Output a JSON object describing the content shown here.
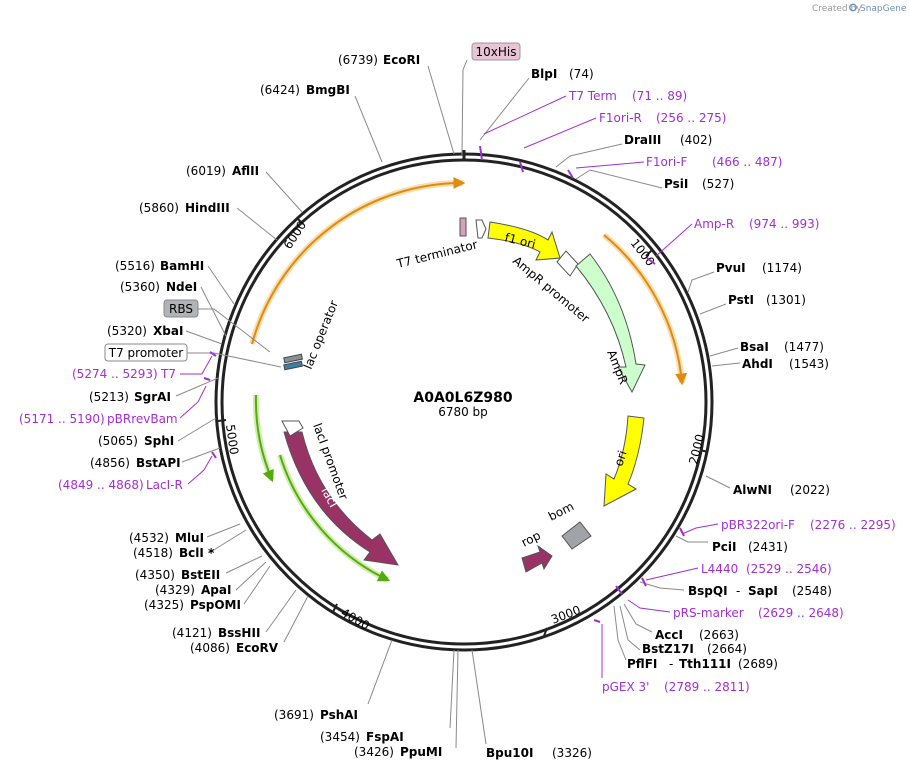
{
  "credit": {
    "prefix": "Created by",
    "brand": "SnapGene"
  },
  "map": {
    "name": "A0A0L6Z980",
    "length": "6780 bp"
  },
  "ruler": [
    "1000",
    "2000",
    "3000",
    "4000",
    "5000",
    "6000"
  ],
  "features": {
    "t7_terminator": "T7 terminator",
    "f1_ori": "f1 ori",
    "ampr_promoter": "AmpR promoter",
    "ampr": "AmpR",
    "ori": "ori",
    "bom": "bom",
    "rop": "rop",
    "laci_promoter": "lacI promoter",
    "laci": "lacI",
    "lac_operator": "lac operator"
  },
  "boxed_labels": {
    "his": "10xHis",
    "rbs": "RBS",
    "t7_promoter": "T7 promoter"
  },
  "sites": [
    {
      "pos": "(6739)",
      "name": "EcoRI"
    },
    {
      "name": "BlpI",
      "pos": "(74)"
    },
    {
      "name": "DraIII",
      "pos": "(402)"
    },
    {
      "name": "PsiI",
      "pos": "(527)"
    },
    {
      "pos": "(6424)",
      "name": "BmgBI"
    },
    {
      "pos": "(6019)",
      "name": "AflII"
    },
    {
      "pos": "(5860)",
      "name": "HindIII"
    },
    {
      "pos": "(5516)",
      "name": "BamHI"
    },
    {
      "pos": "(5360)",
      "name": "NdeI"
    },
    {
      "pos": "(5320)",
      "name": "XbaI"
    },
    {
      "pos": "(5213)",
      "name": "SgrAI"
    },
    {
      "pos": "(5065)",
      "name": "SphI"
    },
    {
      "pos": "(4856)",
      "name": "BstAPI"
    },
    {
      "pos": "(4532)",
      "name": "MluI"
    },
    {
      "pos": "(4518)",
      "name": "BclI *"
    },
    {
      "pos": "(4350)",
      "name": "BstEII"
    },
    {
      "pos": "(4329)",
      "name": "ApaI"
    },
    {
      "pos": "(4325)",
      "name": "PspOMI"
    },
    {
      "pos": "(4121)",
      "name": "BssHII"
    },
    {
      "pos": "(4086)",
      "name": "EcoRV"
    },
    {
      "pos": "(3691)",
      "name": "PshAI"
    },
    {
      "pos": "(3454)",
      "name": "FspAI"
    },
    {
      "pos": "(3426)",
      "name": "PpuMI"
    },
    {
      "name": "Bpu10I",
      "pos": "(3326)"
    },
    {
      "name": "PvuI",
      "pos": "(1174)"
    },
    {
      "name": "PstI",
      "pos": "(1301)"
    },
    {
      "name": "BsaI",
      "pos": "(1477)"
    },
    {
      "name": "AhdI",
      "pos": "(1543)"
    },
    {
      "name": "AlwNI",
      "pos": "(2022)"
    },
    {
      "name": "PciI",
      "pos": "(2431)"
    },
    {
      "name": "BspQI",
      "sep": "-",
      "name2": "SapI",
      "pos": "(2548)"
    },
    {
      "name": "AccI",
      "pos": "(2663)"
    },
    {
      "name": "BstZ17I",
      "pos": "(2664)"
    },
    {
      "name": "PflFI",
      "sep": "-",
      "name2": "Tth111I",
      "pos": "(2689)"
    }
  ],
  "primers": [
    {
      "name": "T7 Term",
      "range": "(71 .. 89)"
    },
    {
      "name": "F1ori-R",
      "range": "(256 .. 275)"
    },
    {
      "name": "F1ori-F",
      "range": "(466 .. 487)"
    },
    {
      "name": "Amp-R",
      "range": "(974 .. 993)"
    },
    {
      "range": "(5274 .. 5293)",
      "name": "T7"
    },
    {
      "range": "(5171 .. 5190)",
      "name": "pBRrevBam"
    },
    {
      "range": "(4849 .. 4868)",
      "name": "LacI-R"
    },
    {
      "name": "pBR322ori-F",
      "range": "(2276 .. 2295)"
    },
    {
      "name": "L4440",
      "range": "(2529 .. 2546)"
    },
    {
      "name": "pRS-marker",
      "range": "(2629 .. 2648)"
    },
    {
      "name": "pGEX 3'",
      "range": "(2789 .. 2811)"
    }
  ],
  "colors": {
    "backbone": "#222222",
    "his": "#e8c4d4",
    "f1_ori": "#ffff00",
    "ampr": "#ccffcc",
    "ori": "#ffff00",
    "bom": "#a0a4a8",
    "rop": "#993366",
    "laci": "#993366",
    "primer": "#a030d0",
    "orf_orange": "#e08a10",
    "orf_green": "#55aa10"
  }
}
